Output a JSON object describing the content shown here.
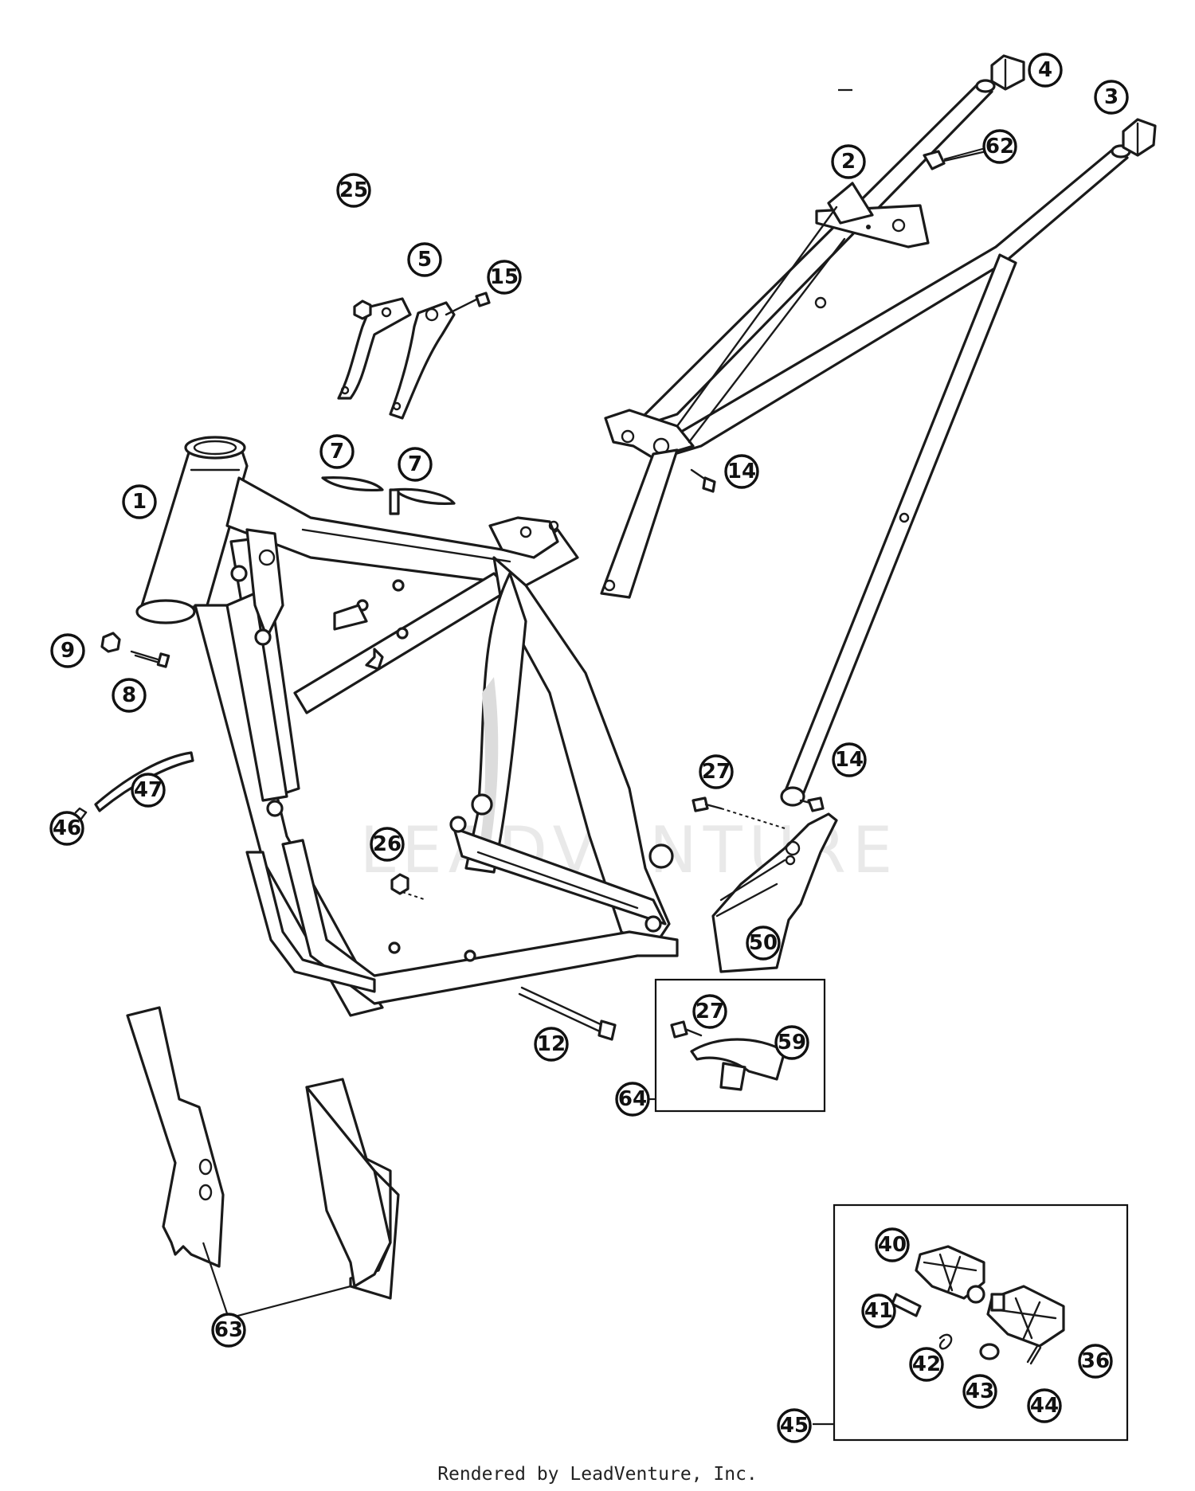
{
  "callouts": [
    {
      "id": "1",
      "label": "1"
    },
    {
      "id": "2",
      "label": "2"
    },
    {
      "id": "3",
      "label": "3"
    },
    {
      "id": "4",
      "label": "4"
    },
    {
      "id": "5",
      "label": "5"
    },
    {
      "id": "7a",
      "label": "7"
    },
    {
      "id": "7b",
      "label": "7"
    },
    {
      "id": "8",
      "label": "8"
    },
    {
      "id": "9",
      "label": "9"
    },
    {
      "id": "12",
      "label": "12"
    },
    {
      "id": "14a",
      "label": "14"
    },
    {
      "id": "14b",
      "label": "14"
    },
    {
      "id": "15",
      "label": "15"
    },
    {
      "id": "25",
      "label": "25"
    },
    {
      "id": "26",
      "label": "26"
    },
    {
      "id": "27a",
      "label": "27"
    },
    {
      "id": "27b",
      "label": "27"
    },
    {
      "id": "36",
      "label": "36"
    },
    {
      "id": "40",
      "label": "40"
    },
    {
      "id": "41",
      "label": "41"
    },
    {
      "id": "42",
      "label": "42"
    },
    {
      "id": "43",
      "label": "43"
    },
    {
      "id": "44",
      "label": "44"
    },
    {
      "id": "45",
      "label": "45"
    },
    {
      "id": "46",
      "label": "46"
    },
    {
      "id": "47",
      "label": "47"
    },
    {
      "id": "50",
      "label": "50"
    },
    {
      "id": "59",
      "label": "59"
    },
    {
      "id": "62",
      "label": "62"
    },
    {
      "id": "63",
      "label": "63"
    },
    {
      "id": "64",
      "label": "64"
    }
  ],
  "watermark": "LEADVENTURE",
  "credit": "Rendered by LeadVenture, Inc."
}
